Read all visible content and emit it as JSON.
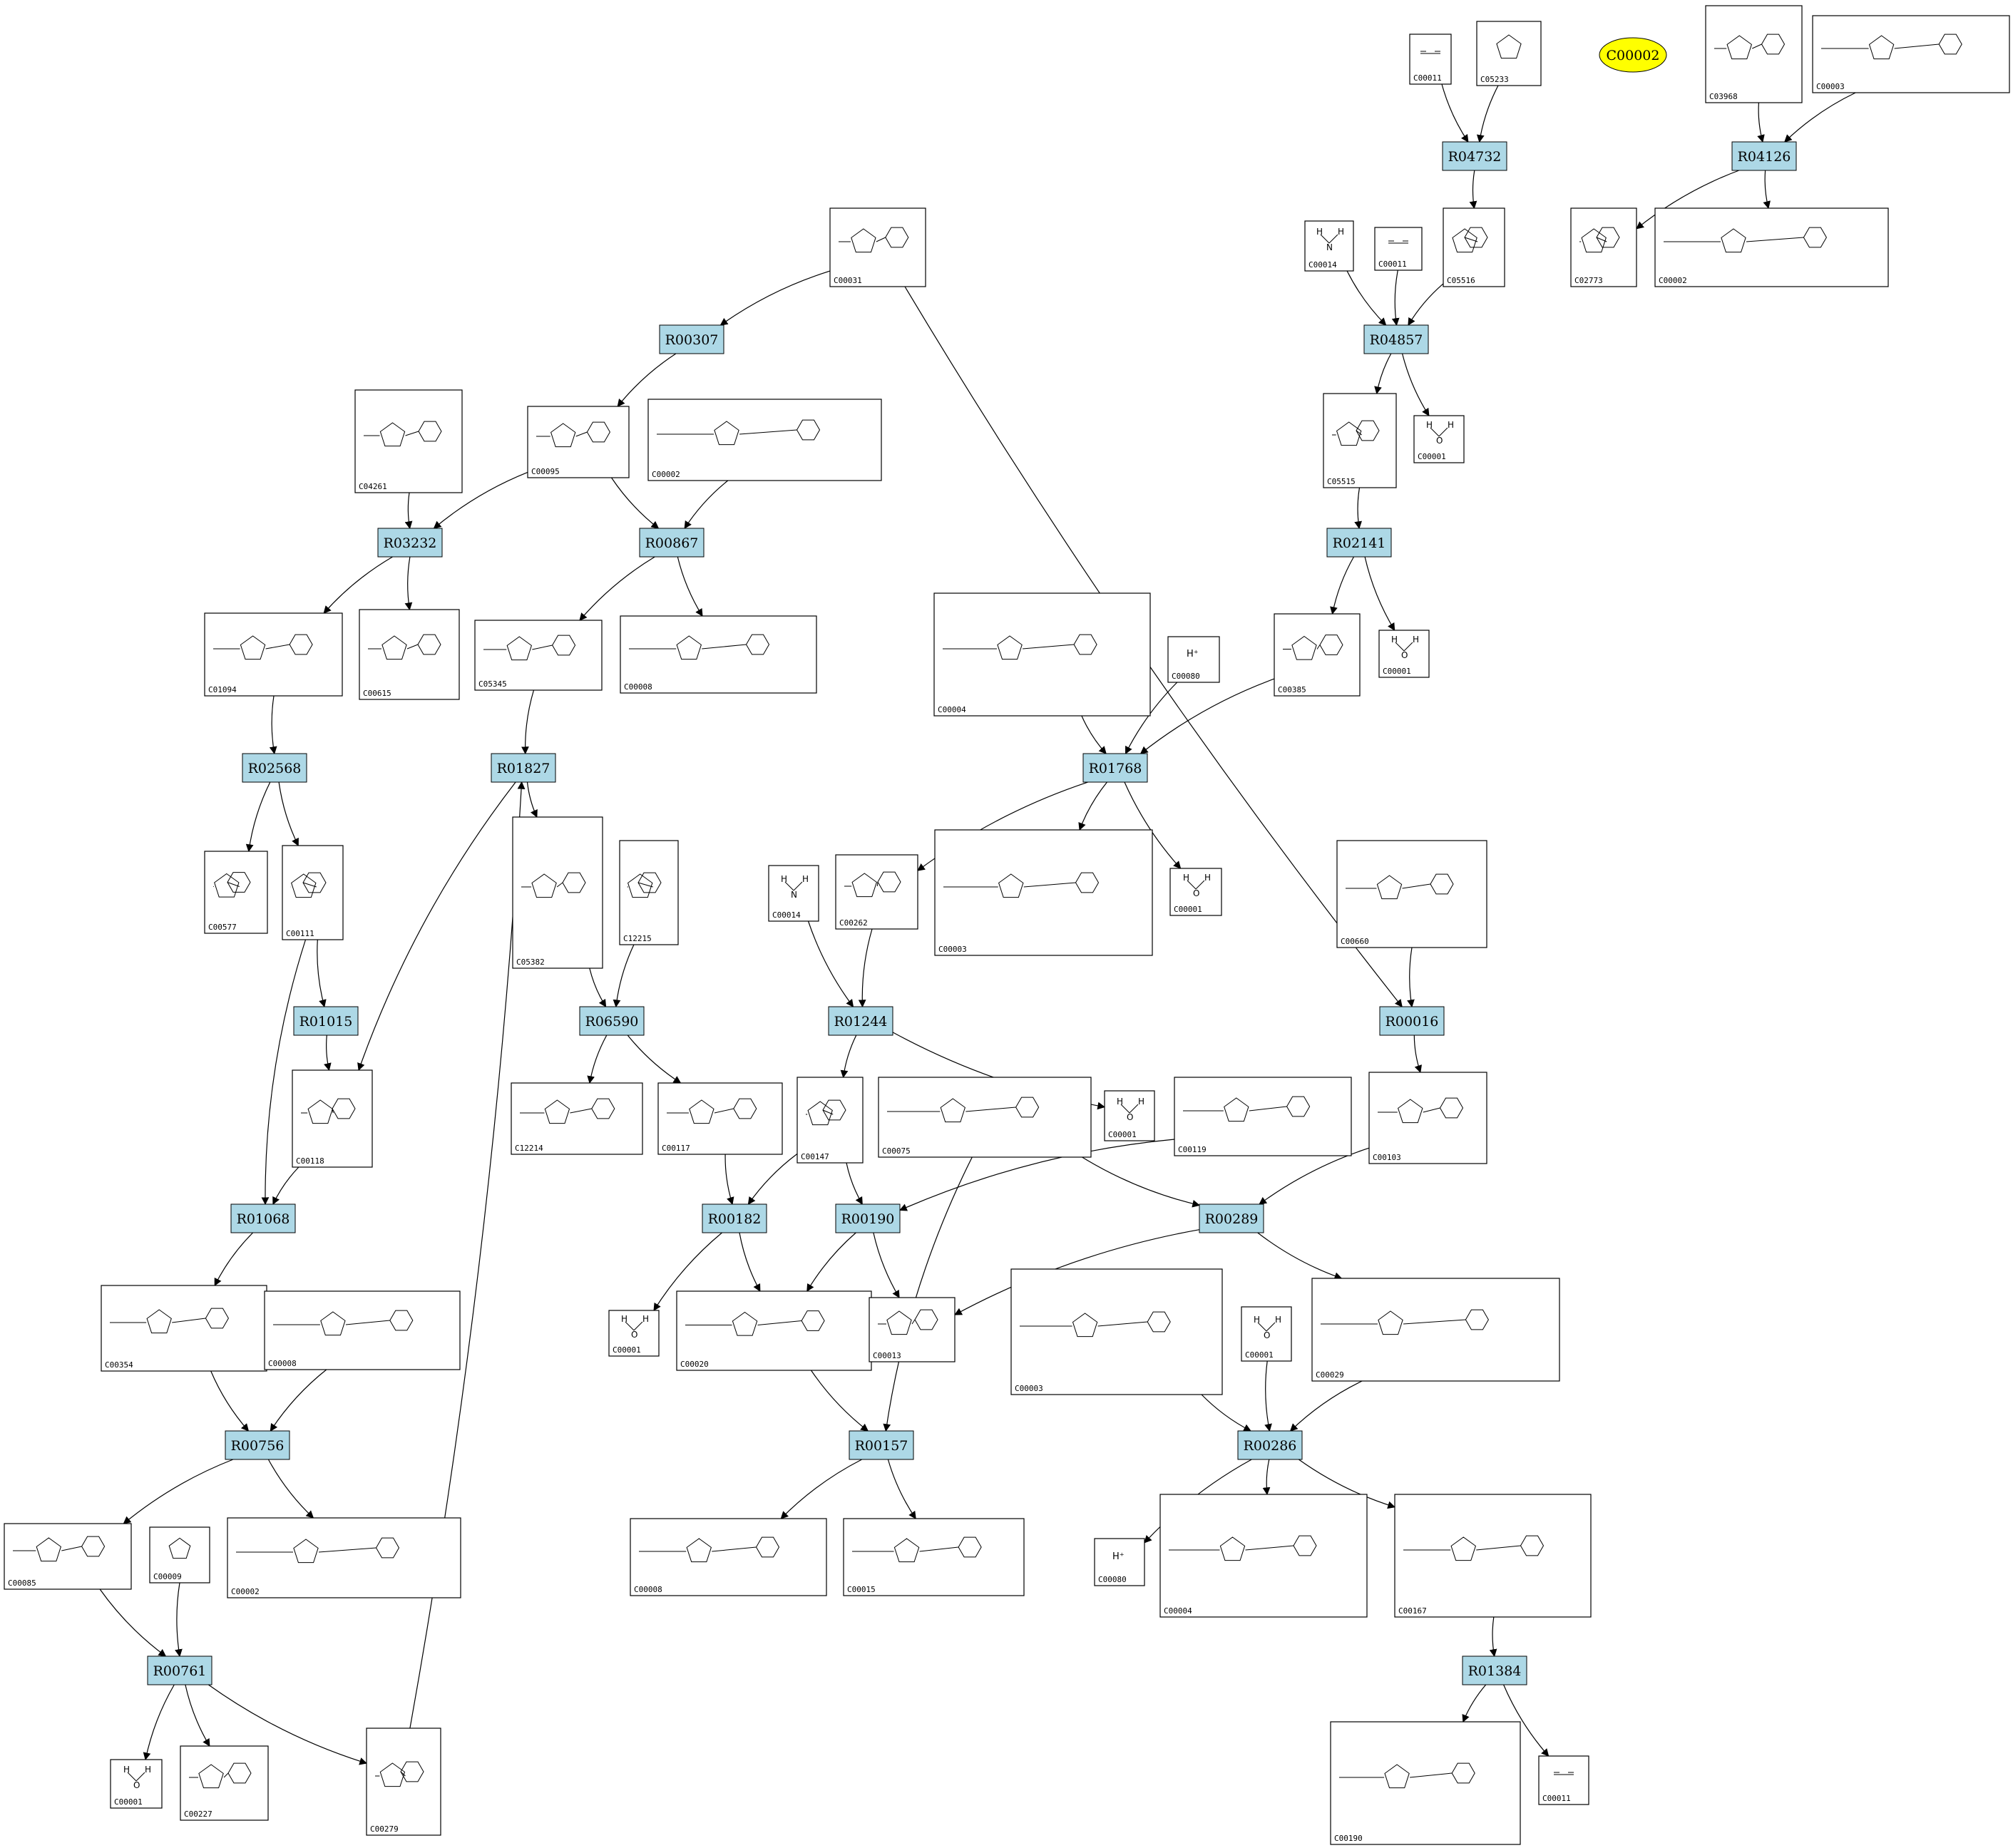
{
  "colors": {
    "reaction_fill": "#add8e6",
    "reaction_stroke": "#000000",
    "compound_fill": "#ffffff",
    "compound_stroke": "#000000",
    "edge": "#000000",
    "highlight_fill": "#ffff00"
  },
  "highlight": {
    "label": "C00002"
  },
  "reactions": [
    {
      "id": "R04732"
    },
    {
      "id": "R04126"
    },
    {
      "id": "R00307"
    },
    {
      "id": "R04857"
    },
    {
      "id": "R03232"
    },
    {
      "id": "R00867"
    },
    {
      "id": "R02141"
    },
    {
      "id": "R02568"
    },
    {
      "id": "R01827"
    },
    {
      "id": "R01768"
    },
    {
      "id": "R01015"
    },
    {
      "id": "R06590"
    },
    {
      "id": "R01244"
    },
    {
      "id": "R00016"
    },
    {
      "id": "R01068"
    },
    {
      "id": "R00182"
    },
    {
      "id": "R00190"
    },
    {
      "id": "R00289"
    },
    {
      "id": "R00756"
    },
    {
      "id": "R00157"
    },
    {
      "id": "R00286"
    },
    {
      "id": "R00761"
    },
    {
      "id": "R01384"
    }
  ],
  "compounds": [
    {
      "key": "a1",
      "label": "C00011",
      "glyph": "O=C=O"
    },
    {
      "key": "a2",
      "label": "C05233",
      "glyph": "imidazole"
    },
    {
      "key": "a3",
      "label": "C03968",
      "glyph": "R-O / OH / P"
    },
    {
      "key": "a4",
      "label": "C00003",
      "glyph": "ATP-like"
    },
    {
      "key": "a5",
      "label": "C00031",
      "glyph": "sugar ring"
    },
    {
      "key": "a6",
      "label": "C05516",
      "glyph": "imidazole-COOH"
    },
    {
      "key": "a7",
      "label": "C00014",
      "glyph": "H-N-H"
    },
    {
      "key": "a8",
      "label": "C00011",
      "glyph": "O=C=O"
    },
    {
      "key": "a9",
      "label": "C02773",
      "glyph": "R-O / OH"
    },
    {
      "key": "a10",
      "label": "C00002",
      "glyph": "ATP"
    },
    {
      "key": "a11",
      "label": "C04261",
      "glyph": "His-P"
    },
    {
      "key": "a12",
      "label": "C00095",
      "glyph": "fructose"
    },
    {
      "key": "a13",
      "label": "C00002",
      "glyph": "ATP"
    },
    {
      "key": "a14",
      "label": "C05515",
      "glyph": "imidazole-carboxamide"
    },
    {
      "key": "a15",
      "label": "C00001",
      "glyph": "H-O-H"
    },
    {
      "key": "a16",
      "label": "C01094",
      "glyph": "sugar phosphate"
    },
    {
      "key": "a17",
      "label": "C00615",
      "glyph": "His"
    },
    {
      "key": "a18",
      "label": "C05345",
      "glyph": "sugar phosphate"
    },
    {
      "key": "a19",
      "label": "C00008",
      "glyph": "ADP"
    },
    {
      "key": "a20",
      "label": "C00004",
      "glyph": "NADH"
    },
    {
      "key": "a21",
      "label": "C00080",
      "glyph": "H+"
    },
    {
      "key": "a22",
      "label": "C00385",
      "glyph": "xanthine"
    },
    {
      "key": "a23",
      "label": "C00001",
      "glyph": "H-O-H"
    },
    {
      "key": "a24",
      "label": "C00577",
      "glyph": "glyceraldehyde"
    },
    {
      "key": "a25",
      "label": "C00111",
      "glyph": "DHAP"
    },
    {
      "key": "a26",
      "label": "C05382",
      "glyph": "sedoheptulose-P"
    },
    {
      "key": "a27",
      "label": "C12215",
      "glyph": "chain-P"
    },
    {
      "key": "a28",
      "label": "C00014",
      "glyph": "H-N-H"
    },
    {
      "key": "a29",
      "label": "C00262",
      "glyph": "hypoxanthine"
    },
    {
      "key": "a30",
      "label": "C00003",
      "glyph": "NAD+"
    },
    {
      "key": "a31",
      "label": "C00001",
      "glyph": "H-O-H"
    },
    {
      "key": "a32",
      "label": "C00660",
      "glyph": "hexose bisphosphate"
    },
    {
      "key": "a33",
      "label": "C00118",
      "glyph": "G3P"
    },
    {
      "key": "a34",
      "label": "C12214",
      "glyph": "amino sugar-P"
    },
    {
      "key": "a35",
      "label": "C00117",
      "glyph": "ribose-5P"
    },
    {
      "key": "a36",
      "label": "C00147",
      "glyph": "adenine"
    },
    {
      "key": "a37",
      "label": "C00075",
      "glyph": "UTP"
    },
    {
      "key": "a38",
      "label": "C00001",
      "glyph": "H-O-H"
    },
    {
      "key": "a39",
      "label": "C00119",
      "glyph": "PRPP"
    },
    {
      "key": "a40",
      "label": "C00103",
      "glyph": "glucose-1P"
    },
    {
      "key": "a41",
      "label": "C00354",
      "glyph": "fructose bisphosphate"
    },
    {
      "key": "a42",
      "label": "C00008",
      "glyph": "ADP"
    },
    {
      "key": "a43",
      "label": "C00001",
      "glyph": "H-O-H"
    },
    {
      "key": "a44",
      "label": "C00020",
      "glyph": "AMP"
    },
    {
      "key": "a45",
      "label": "C00013",
      "glyph": "diphosphate"
    },
    {
      "key": "a46",
      "label": "C00003",
      "glyph": "NAD+"
    },
    {
      "key": "a47",
      "label": "C00001",
      "glyph": "H-O-H"
    },
    {
      "key": "a48",
      "label": "C00029",
      "glyph": "UDP-glucose"
    },
    {
      "key": "a49",
      "label": "C00085",
      "glyph": "fructose-6P"
    },
    {
      "key": "a50",
      "label": "C00009",
      "glyph": "phosphate"
    },
    {
      "key": "a51",
      "label": "C00002",
      "glyph": "ATP"
    },
    {
      "key": "a52",
      "label": "C00008",
      "glyph": "ADP"
    },
    {
      "key": "a53",
      "label": "C00015",
      "glyph": "UDP"
    },
    {
      "key": "a54",
      "label": "C00080",
      "glyph": "H+"
    },
    {
      "key": "a55",
      "label": "C00004",
      "glyph": "NADH"
    },
    {
      "key": "a56",
      "label": "C00167",
      "glyph": "UDP-glucuronate"
    },
    {
      "key": "a57",
      "label": "C00001",
      "glyph": "H-O-H"
    },
    {
      "key": "a58",
      "label": "C00227",
      "glyph": "acetyl phosphate"
    },
    {
      "key": "a59",
      "label": "C00279",
      "glyph": "erythrose-4P"
    },
    {
      "key": "a60",
      "label": "C00190",
      "glyph": "UDP-xylose"
    },
    {
      "key": "a61",
      "label": "C00011",
      "glyph": "O=C=O"
    }
  ],
  "edges": [
    [
      "a1",
      "R04732"
    ],
    [
      "a2",
      "R04732"
    ],
    [
      "R04732",
      "a6"
    ],
    [
      "a3",
      "R04126"
    ],
    [
      "a4",
      "R04126"
    ],
    [
      "R04126",
      "a9"
    ],
    [
      "R04126",
      "a10"
    ],
    [
      "a5",
      "R00307"
    ],
    [
      "R00307",
      "a12"
    ],
    [
      "a7",
      "R04857"
    ],
    [
      "a8",
      "R04857"
    ],
    [
      "a6",
      "R04857"
    ],
    [
      "R04857",
      "a14"
    ],
    [
      "R04857",
      "a15"
    ],
    [
      "a11",
      "R03232"
    ],
    [
      "a12",
      "R03232"
    ],
    [
      "R03232",
      "a16"
    ],
    [
      "R03232",
      "a17"
    ],
    [
      "a12",
      "R00867"
    ],
    [
      "a13",
      "R00867"
    ],
    [
      "R00867",
      "a18"
    ],
    [
      "R00867",
      "a19"
    ],
    [
      "a14",
      "R02141"
    ],
    [
      "R02141",
      "a22"
    ],
    [
      "R02141",
      "a23"
    ],
    [
      "a16",
      "R02568"
    ],
    [
      "R02568",
      "a24"
    ],
    [
      "R02568",
      "a25"
    ],
    [
      "a18",
      "R01827"
    ],
    [
      "R01827",
      "a26"
    ],
    [
      "R01827",
      "a33"
    ],
    [
      "a20",
      "R01768"
    ],
    [
      "a21",
      "R01768"
    ],
    [
      "a22",
      "R01768"
    ],
    [
      "R01768",
      "a29"
    ],
    [
      "R01768",
      "a30"
    ],
    [
      "R01768",
      "a31"
    ],
    [
      "a25",
      "R01015"
    ],
    [
      "R01015",
      "a33"
    ],
    [
      "a26",
      "R06590"
    ],
    [
      "a27",
      "R06590"
    ],
    [
      "R06590",
      "a34"
    ],
    [
      "R06590",
      "a35"
    ],
    [
      "a28",
      "R01244"
    ],
    [
      "a29",
      "R01244"
    ],
    [
      "R01244",
      "a36"
    ],
    [
      "R01244",
      "a38"
    ],
    [
      "a5",
      "R00016"
    ],
    [
      "a32",
      "R00016"
    ],
    [
      "R00016",
      "a40"
    ],
    [
      "a25",
      "R01068"
    ],
    [
      "a33",
      "R01068"
    ],
    [
      "R01068",
      "a41"
    ],
    [
      "a36",
      "R00182"
    ],
    [
      "a35",
      "R00182"
    ],
    [
      "R00182",
      "a43"
    ],
    [
      "R00182",
      "a44"
    ],
    [
      "a36",
      "R00190"
    ],
    [
      "a39",
      "R00190"
    ],
    [
      "R00190",
      "a44"
    ],
    [
      "R00190",
      "a45"
    ],
    [
      "a37",
      "R00289"
    ],
    [
      "a40",
      "R00289"
    ],
    [
      "R00289",
      "a45"
    ],
    [
      "R00289",
      "a48"
    ],
    [
      "a41",
      "R00756"
    ],
    [
      "a42",
      "R00756"
    ],
    [
      "R00756",
      "a49"
    ],
    [
      "R00756",
      "a51"
    ],
    [
      "a44",
      "R00157"
    ],
    [
      "a37",
      "R00157"
    ],
    [
      "R00157",
      "a52"
    ],
    [
      "R00157",
      "a53"
    ],
    [
      "a46",
      "R00286"
    ],
    [
      "a47",
      "R00286"
    ],
    [
      "a48",
      "R00286"
    ],
    [
      "R00286",
      "a54"
    ],
    [
      "R00286",
      "a55"
    ],
    [
      "R00286",
      "a56"
    ],
    [
      "a49",
      "R00761"
    ],
    [
      "a50",
      "R00761"
    ],
    [
      "R00761",
      "a57"
    ],
    [
      "R00761",
      "a58"
    ],
    [
      "R00761",
      "a59"
    ],
    [
      "a59",
      "R01827"
    ],
    [
      "a56",
      "R01384"
    ],
    [
      "R01384",
      "a60"
    ],
    [
      "R01384",
      "a61"
    ]
  ]
}
